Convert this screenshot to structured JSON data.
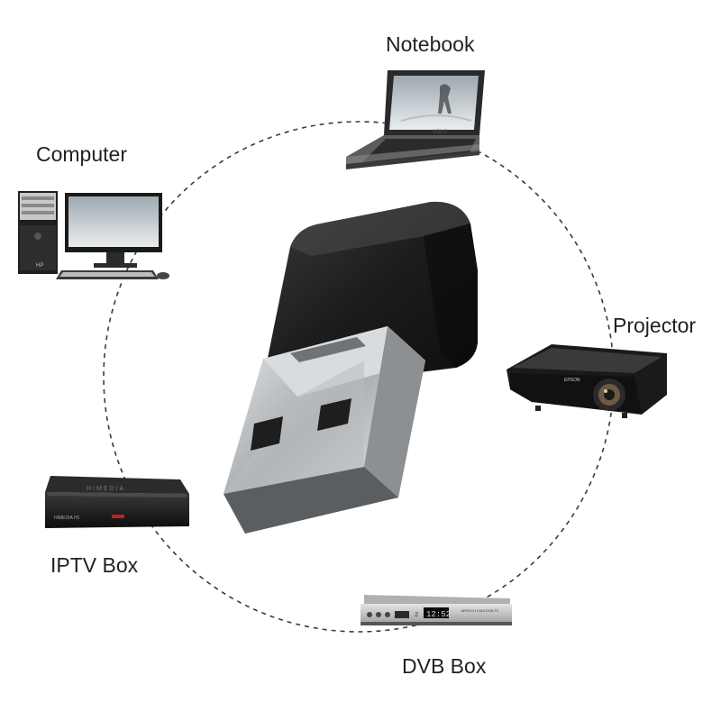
{
  "devices": {
    "notebook": {
      "label": "Notebook",
      "brand": "ASUS"
    },
    "computer": {
      "label": "Computer",
      "brand": "HP"
    },
    "projector": {
      "label": "Projector",
      "brand": "EPSON"
    },
    "iptv_box": {
      "label": "IPTV Box",
      "brand": "HIMEDIA",
      "model": "HIMEDIA H1"
    },
    "dvb_box": {
      "label": "DVB Box",
      "display": "12:52",
      "channel": "2",
      "model": "MPEG4 H.264 DVB-T2"
    }
  },
  "colors": {
    "circle": "#3a3a3a",
    "plug_body": "#1b1b1b",
    "connector": "#bfc2c4",
    "text": "#222222"
  }
}
